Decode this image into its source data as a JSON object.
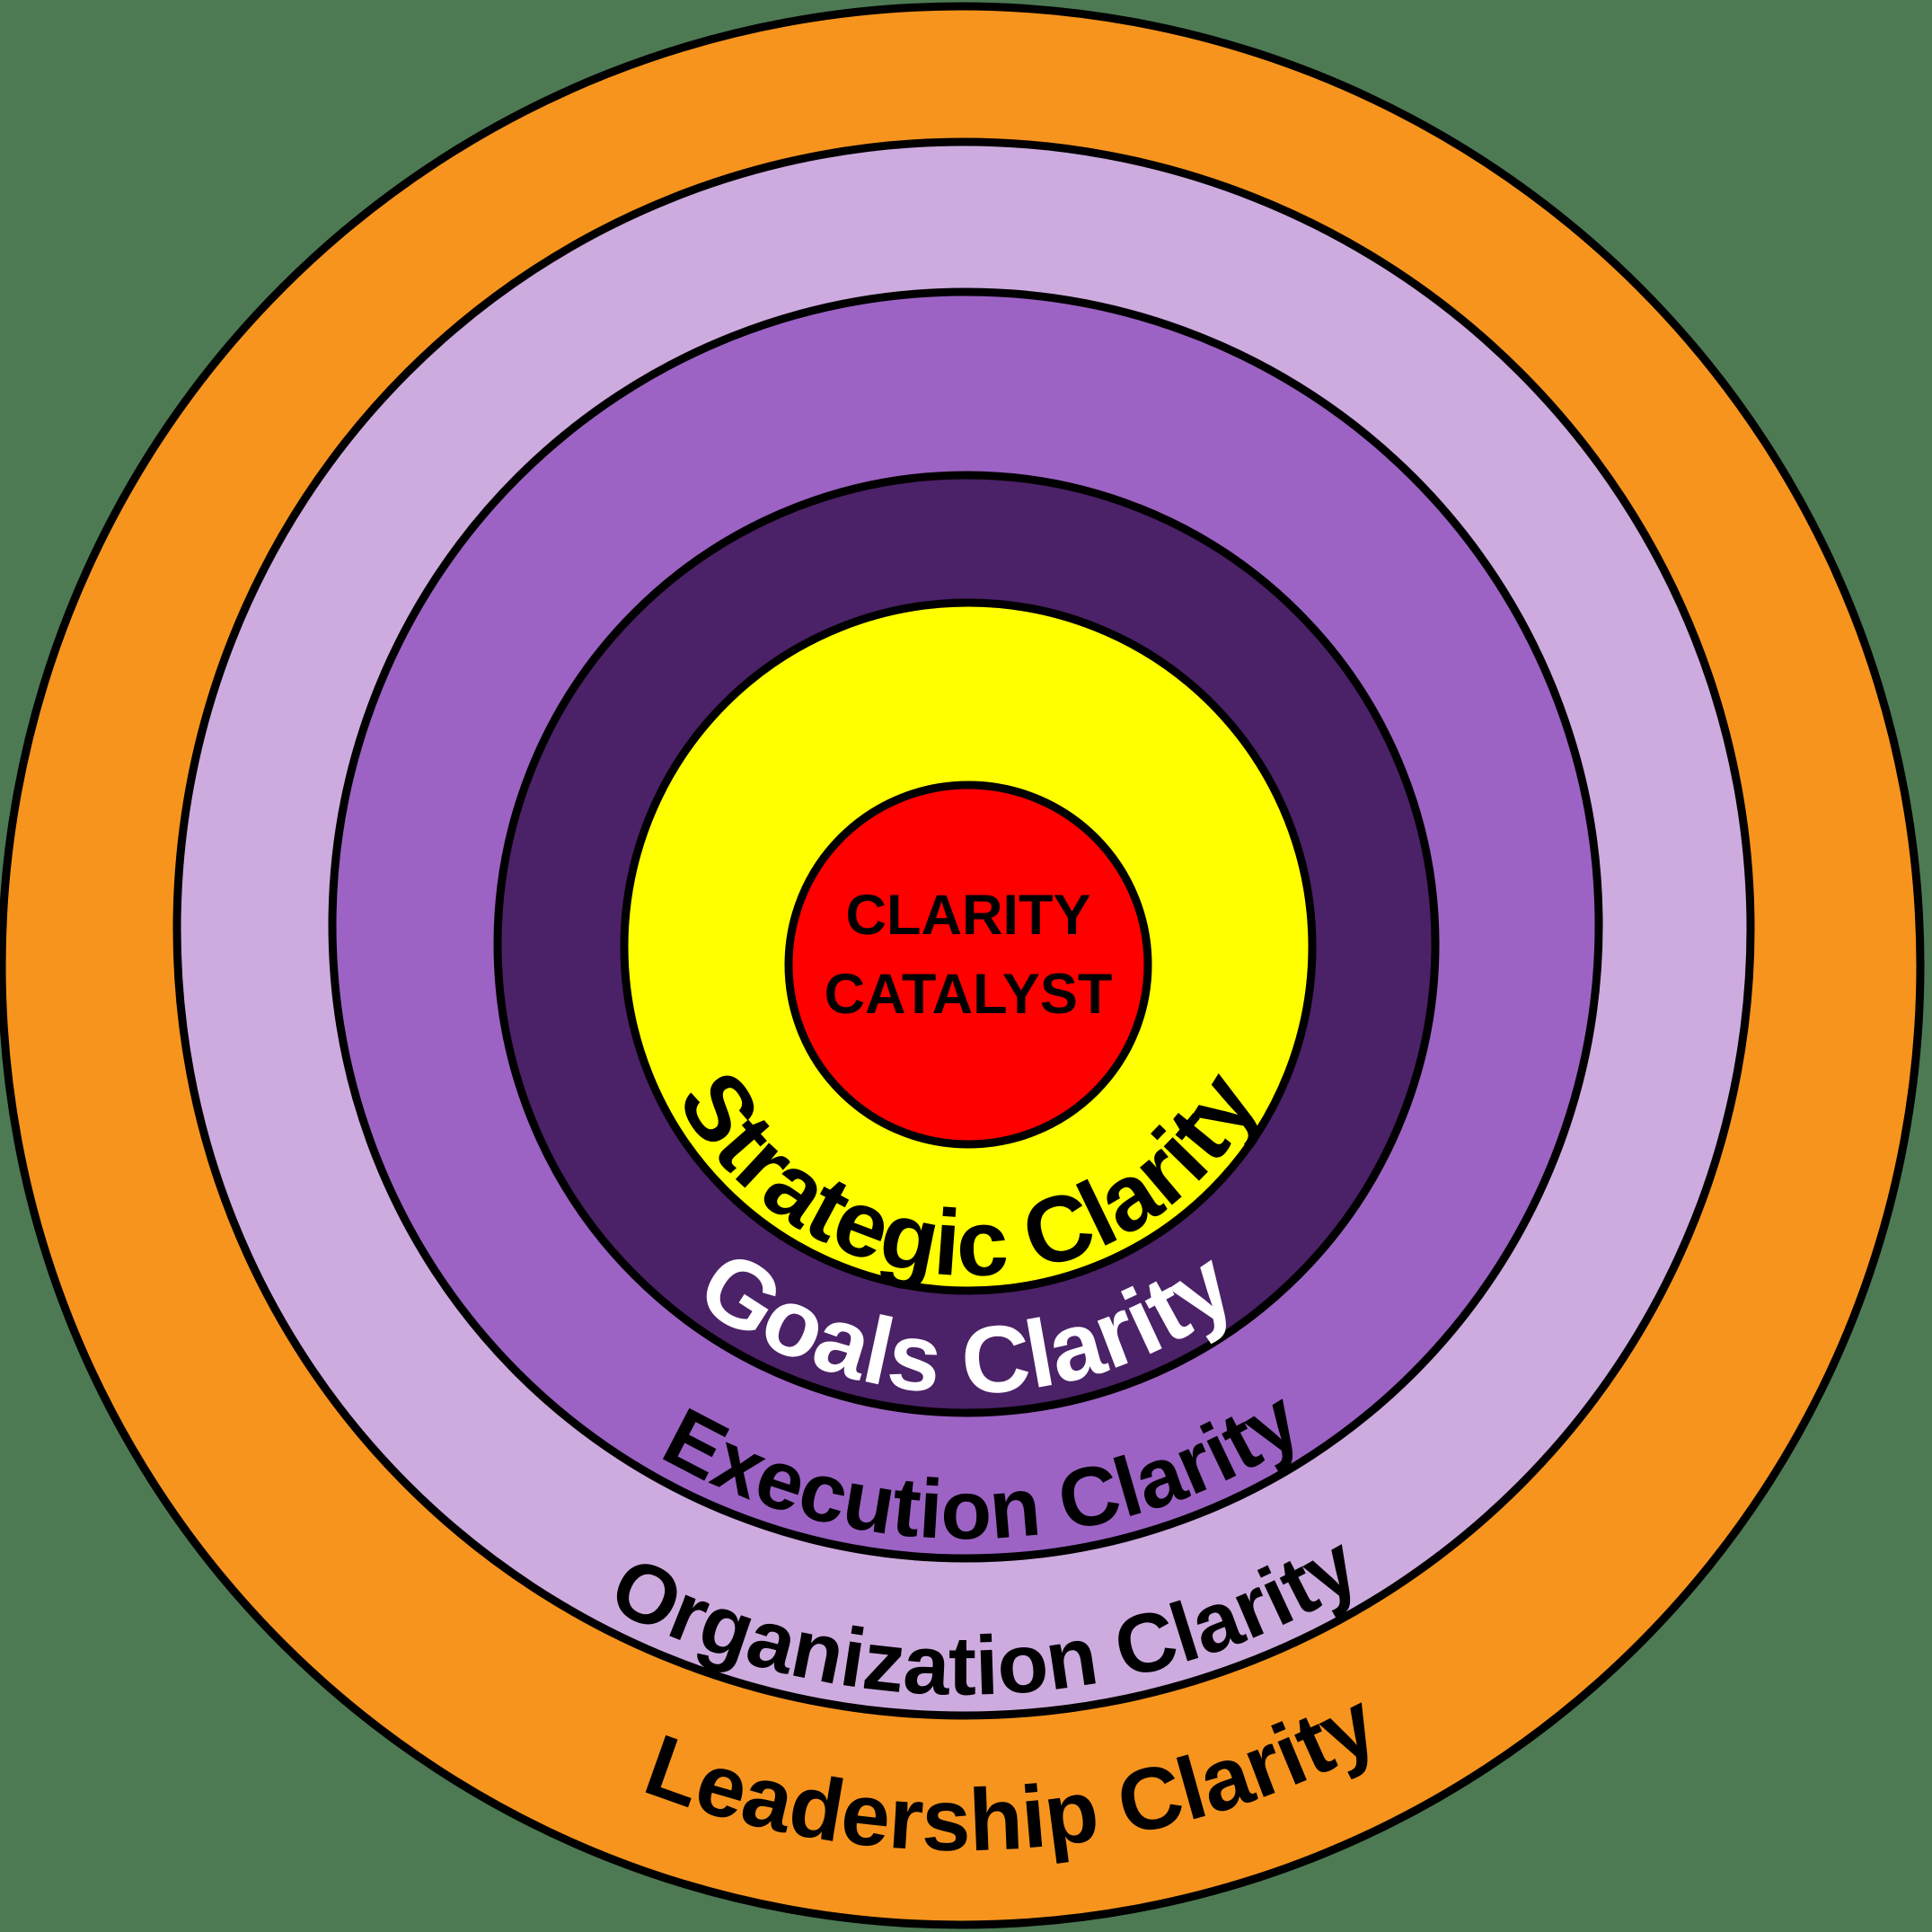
{
  "title": "Clarity Catalyst concentric rings diagram",
  "background_color": "#4D7A53",
  "outline_color": "#000000",
  "center_badge": {
    "line1": "CLARITY",
    "line2": "CATALYST",
    "fill": "#FF0000",
    "text_color": "#000000"
  },
  "rings": [
    {
      "label": "Strategic Clarity",
      "fill": "#FFFF00",
      "text_color": "#000000"
    },
    {
      "label": "Goals Clarity",
      "fill": "#4B2167",
      "text_color": "#FFFFFF"
    },
    {
      "label": "Execution Clarity",
      "fill": "#9C63C4",
      "text_color": "#000000"
    },
    {
      "label": "Organization Clarity",
      "fill": "#CEABDF",
      "text_color": "#000000"
    },
    {
      "label": "Leadership Clarity",
      "fill": "#F7941E",
      "text_color": "#000000"
    }
  ]
}
